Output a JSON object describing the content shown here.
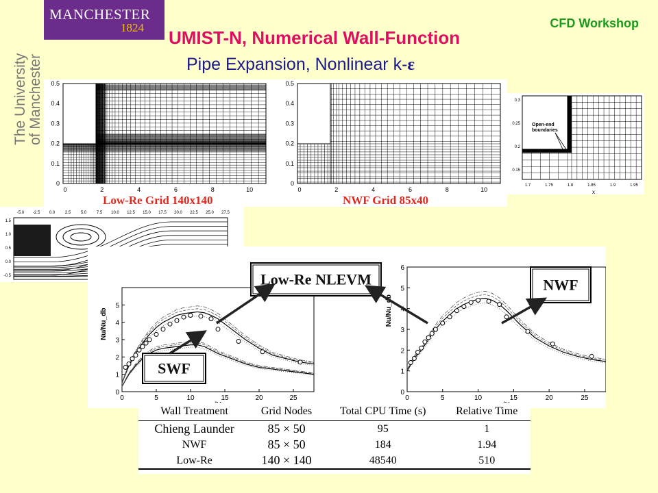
{
  "logo": {
    "name": "MANCHESTER",
    "year": "1824",
    "vertical_text_1": "The University",
    "vertical_text_2": "of Manchester",
    "bg": "#6B2C8C"
  },
  "header": {
    "workshop": "CFD Workshop",
    "title": "UMIST-N, Numerical Wall-Function",
    "subtitle_text": "Pipe Expansion, Nonlinear k-",
    "subtitle_symbol": "ε"
  },
  "grids": {
    "left_label": "Low-Re Grid  140x140",
    "right_label": "NWF Grid 85x40",
    "x_ticks": [
      "0",
      "2",
      "4",
      "6",
      "8",
      "10"
    ],
    "y_ticks": [
      "0",
      "0.1",
      "0.2",
      "0.3",
      "0.4",
      "0.5"
    ],
    "inset": {
      "annotation_1": "Open-end",
      "annotation_2": "boundaries",
      "x_ticks": [
        "1.7",
        "1.75",
        "1.8",
        "1.85",
        "1.9",
        "1.95"
      ],
      "y_ticks": [
        "0.15",
        "0.2",
        "0.25",
        "0.3"
      ],
      "xlabel": "x"
    }
  },
  "streamlines": {
    "top_ticks": [
      "-5.0",
      "-2.5",
      "0.0",
      "2.5",
      "5.0",
      "7.5",
      "10.0",
      "12.5",
      "15.0",
      "17.5",
      "20.0",
      "22.5",
      "25.0",
      "27.5"
    ],
    "left_ticks": [
      "1.5",
      "1.0",
      "0.5",
      "0.0",
      "-0.5"
    ]
  },
  "chart_data": [
    {
      "type": "line",
      "title": "",
      "ylabel": "Nu/Nu_db",
      "xlabel": "x/H",
      "xlim": [
        0,
        28
      ],
      "ylim": [
        0,
        6
      ],
      "x_ticks": [
        "0",
        "5",
        "10",
        "15",
        "20",
        "25"
      ],
      "y_ticks": [
        "0",
        "1",
        "2",
        "3",
        "4",
        "5"
      ],
      "series": [
        {
          "name": "Low-Re NLEVM",
          "x": [
            0,
            1,
            2,
            3,
            4,
            5,
            6,
            7,
            8,
            9,
            10,
            11,
            12,
            13,
            14,
            16,
            18,
            20,
            22,
            24,
            26,
            28
          ],
          "values": [
            0.5,
            1.5,
            2.2,
            2.8,
            3.3,
            3.7,
            4.0,
            4.2,
            4.4,
            4.5,
            4.55,
            4.6,
            4.55,
            4.4,
            4.2,
            3.6,
            3.0,
            2.5,
            2.1,
            1.9,
            1.7,
            1.6
          ]
        },
        {
          "name": "SWF",
          "x": [
            0,
            1,
            2,
            3,
            4,
            5,
            6,
            7,
            8,
            9,
            10,
            11,
            12,
            13,
            14,
            16,
            18,
            20,
            22,
            24,
            26,
            28
          ],
          "values": [
            0.3,
            1.0,
            1.5,
            1.9,
            2.2,
            2.4,
            2.5,
            2.55,
            2.6,
            2.65,
            2.7,
            2.7,
            2.6,
            2.4,
            2.2,
            1.9,
            1.6,
            1.4,
            1.3,
            1.2,
            1.1,
            1.0
          ]
        }
      ],
      "markers": {
        "x": [
          0.5,
          1,
          1.5,
          2,
          2.5,
          3,
          3.5,
          4,
          5,
          6,
          7,
          8,
          9,
          10,
          11.5,
          13,
          14,
          17,
          20.5,
          26
        ],
        "values": [
          1.4,
          1.6,
          1.9,
          2.1,
          2.4,
          2.6,
          2.8,
          3.0,
          3.3,
          3.6,
          3.9,
          4.1,
          4.3,
          4.4,
          4.35,
          4.2,
          3.6,
          2.9,
          2.3,
          1.7
        ]
      },
      "annotations": [
        "Low-Re NLEVM",
        "SWF"
      ]
    },
    {
      "type": "line",
      "title": "",
      "ylabel": "Nu/Nu_db",
      "xlabel": "x/H",
      "xlim": [
        0,
        28
      ],
      "ylim": [
        0,
        6
      ],
      "x_ticks": [
        "0",
        "5",
        "10",
        "15",
        "20",
        "25"
      ],
      "y_ticks": [
        "0",
        "1",
        "2",
        "3",
        "4",
        "5",
        "6"
      ],
      "series": [
        {
          "name": "NWF",
          "x": [
            0,
            1,
            2,
            3,
            4,
            5,
            6,
            7,
            8,
            9,
            10,
            11,
            12,
            13,
            14,
            16,
            18,
            20,
            22,
            24,
            26,
            28
          ],
          "values": [
            1.0,
            1.6,
            2.0,
            2.5,
            3.0,
            3.4,
            3.7,
            4.0,
            4.2,
            4.35,
            4.45,
            4.5,
            4.4,
            4.2,
            3.9,
            3.2,
            2.6,
            2.2,
            1.9,
            1.7,
            1.55,
            1.45
          ]
        }
      ],
      "markers": {
        "x": [
          0.5,
          1,
          1.5,
          2,
          2.5,
          3,
          3.5,
          4,
          5,
          6,
          7,
          8,
          9,
          10,
          11.5,
          13,
          14,
          17,
          20.5,
          26
        ],
        "values": [
          1.4,
          1.6,
          1.9,
          2.1,
          2.4,
          2.6,
          2.8,
          3.0,
          3.3,
          3.6,
          3.9,
          4.1,
          4.3,
          4.4,
          4.35,
          4.2,
          3.6,
          2.9,
          2.3,
          1.7
        ]
      },
      "annotations": [
        "NWF"
      ]
    }
  ],
  "table": {
    "headers": [
      "Wall Treatment",
      "Grid Nodes",
      "Total CPU Time (s)",
      "Relative Time"
    ],
    "rows": [
      [
        "Chieng Launder",
        "85 × 50",
        "95",
        "1"
      ],
      [
        "NWF",
        "85 × 50",
        "184",
        "1.94"
      ],
      [
        "Low-Re",
        "140 × 140",
        "48540",
        "510"
      ]
    ]
  }
}
